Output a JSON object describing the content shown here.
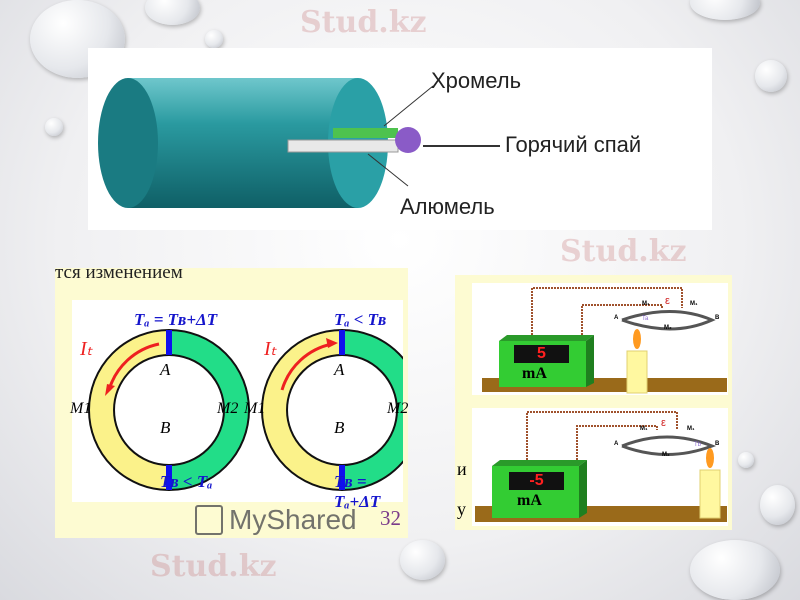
{
  "top_figure": {
    "labels": {
      "chromel": "Хромель",
      "hot_junction": "Горячий спай",
      "alumel": "Алюмель"
    },
    "colors": {
      "cylinder": "#1e8c92",
      "junction": "#8a5bc7"
    }
  },
  "left_panel": {
    "caption": "тся изменением",
    "left_ring": {
      "top": "Tₐ = Tʙ+ΔT",
      "current": "Iₜ",
      "a": "A",
      "b": "B",
      "m1": "M1",
      "m2": "M2",
      "bottom": "Tʙ < Tₐ"
    },
    "right_ring": {
      "top": "Tₐ < Tʙ",
      "current": "Iₜ",
      "a": "A",
      "b": "B",
      "m1": "M1",
      "m2": "M2",
      "bottom": "Tʙ = Tₐ+ΔT"
    },
    "watermark": "MyShared",
    "page_number": "32",
    "colors": {
      "m1": "#fbf28a",
      "m2": "#22dd88",
      "junction": "#1010ee",
      "current": "#ee2020"
    }
  },
  "right_panel": {
    "top": {
      "display": "5",
      "unit": "mA",
      "emf": "ε",
      "a": "A",
      "b": "B",
      "m1": "M₁",
      "m2": "M₂",
      "temp": "Ta"
    },
    "bottom": {
      "display": "-5",
      "unit": "mA",
      "emf": "ε",
      "a": "A",
      "b": "B",
      "m1": "M₁",
      "m2": "M₂",
      "temp": "Tb"
    },
    "side_letters": [
      "и",
      "у"
    ],
    "colors": {
      "meter": "#33cc33",
      "table": "#9a6a1a",
      "display": "#ff2020"
    }
  },
  "watermark_text": "Stud.kz"
}
